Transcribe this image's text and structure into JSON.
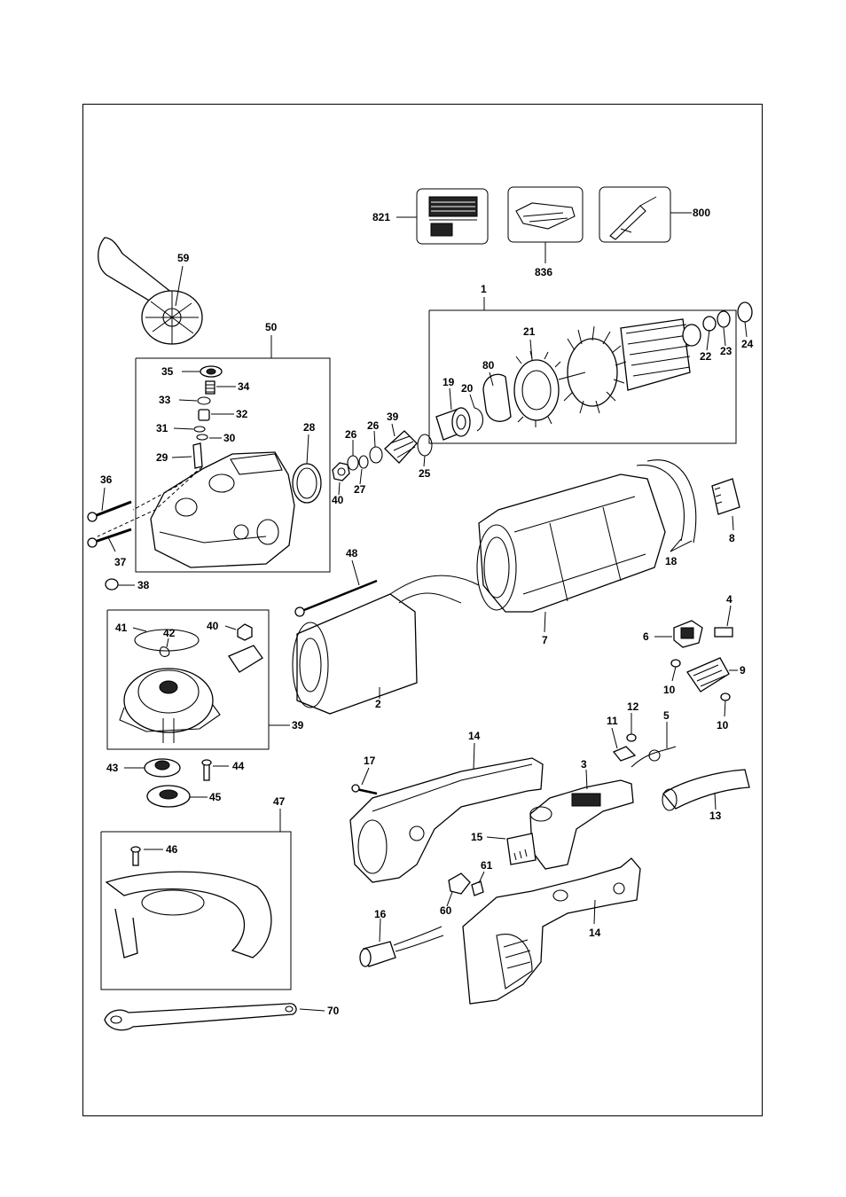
{
  "labels": {
    "p821": "821",
    "p836": "836",
    "p800": "800",
    "p59": "59",
    "p1": "1",
    "p50": "50",
    "p21": "21",
    "p80": "80",
    "p19": "19",
    "p20": "20",
    "p22": "22",
    "p23": "23",
    "p24": "24",
    "p35": "35",
    "p34": "34",
    "p33": "33",
    "p32": "32",
    "p31": "31",
    "p30": "30",
    "p29": "29",
    "p28": "28",
    "p26a": "26",
    "p26b": "26",
    "p39a": "39",
    "p25": "25",
    "p40a": "40",
    "p27": "27",
    "p36": "36",
    "p37": "37",
    "p38": "38",
    "p48": "48",
    "p8": "8",
    "p18": "18",
    "p7": "7",
    "p2": "2",
    "p41": "41",
    "p42": "42",
    "p40b": "40",
    "p4": "4",
    "p6": "6",
    "p9": "9",
    "p10a": "10",
    "p10b": "10",
    "p39b": "39",
    "p12": "12",
    "p11": "11",
    "p5": "5",
    "p14a": "14",
    "p17": "17",
    "p3": "3",
    "p43": "43",
    "p44": "44",
    "p45": "45",
    "p13": "13",
    "p47": "47",
    "p46": "46",
    "p15": "15",
    "p61": "61",
    "p60": "60",
    "p16": "16",
    "p14b": "14",
    "p70": "70"
  }
}
